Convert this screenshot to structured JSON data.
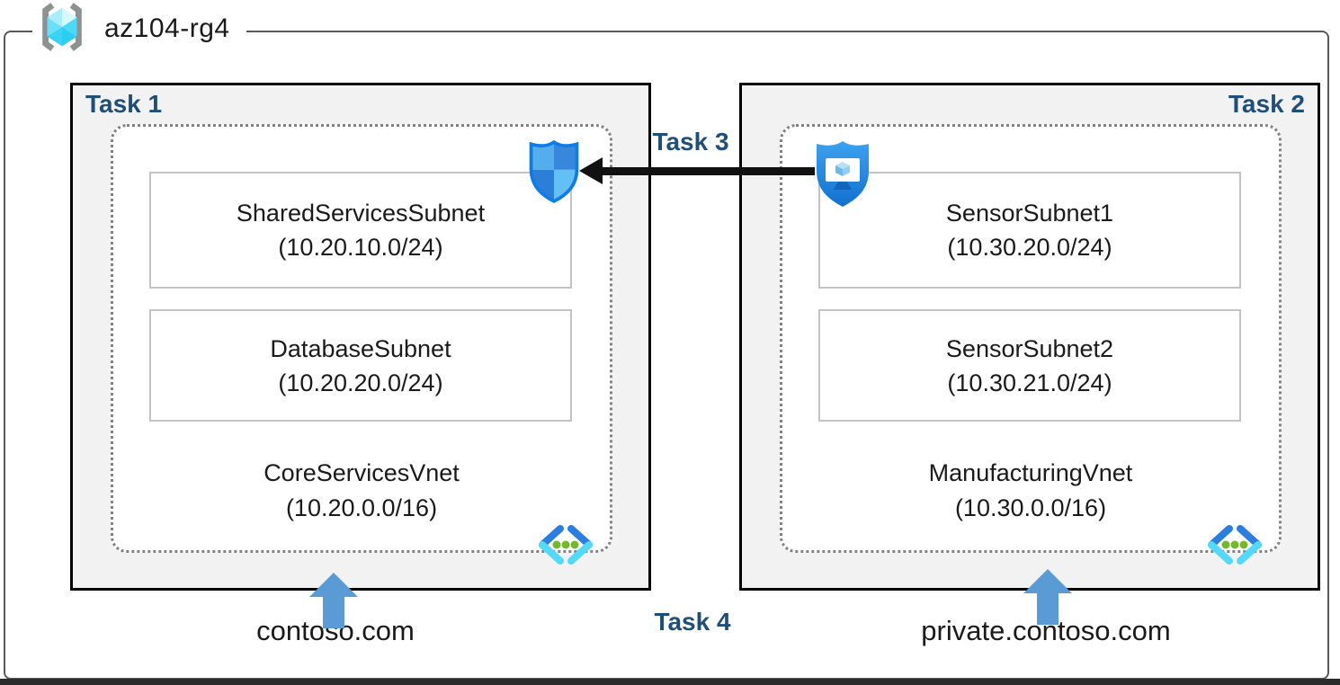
{
  "resource_group": {
    "name": "az104-rg4"
  },
  "vnets": [
    {
      "task": "Task 1",
      "name": "CoreServicesVnet",
      "address": "(10.20.0.0/16)",
      "dns": "contoso.com",
      "subnets": [
        {
          "name": "SharedServicesSubnet",
          "address": "(10.20.10.0/24)"
        },
        {
          "name": "DatabaseSubnet",
          "address": "(10.20.20.0/24)"
        }
      ]
    },
    {
      "task": "Task 2",
      "name": "ManufacturingVnet",
      "address": "(10.30.0.0/16)",
      "dns": "private.contoso.com",
      "subnets": [
        {
          "name": "SensorSubnet1",
          "address": "(10.30.20.0/24)"
        },
        {
          "name": "SensorSubnet2",
          "address": "(10.30.21.0/24)"
        }
      ]
    }
  ],
  "connection": {
    "peering_task": "Task 3",
    "dns_task": "Task 4"
  },
  "icons": {
    "resource_group": "resource-group-icon",
    "virtual_network": "virtual-network-icon",
    "network_security_shield": "network-security-shield-icon",
    "bastion_host": "bastion-host-icon",
    "dns_arrow": "up-arrow-icon",
    "peering_arrow": "left-arrow-icon"
  },
  "colors": {
    "task_label": "#1f4e79",
    "dns_arrow_blue": "#5b9bd5",
    "panel_fill": "#f2f2f2",
    "frame_border": "#595959",
    "vnet_chevron_blue": "#2a7de1",
    "vnet_chevron_cyan": "#53d9fa",
    "vnet_dot_green": "#74b82b",
    "cube_cyan": "#3ed2f2"
  }
}
